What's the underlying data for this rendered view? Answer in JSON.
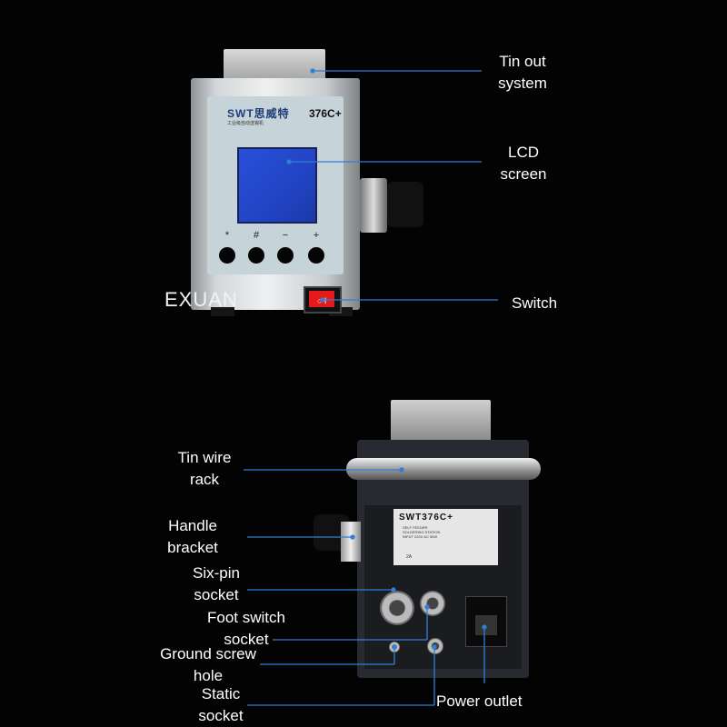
{
  "watermark": "EXUAN",
  "front_device": {
    "brand": "SWT思威特",
    "brand_sub": "工业级自动送锡机",
    "model": "376C+",
    "keys": [
      "*",
      "#",
      "−",
      "+"
    ]
  },
  "back_device": {
    "plate_title": "SWT376C+",
    "plate_lines": [
      "SELF FEEDER",
      "SOLDERING STATION",
      "INPUT 220V AC   50W"
    ],
    "plate_fuse": "2A"
  },
  "labels": {
    "tin_out": [
      "Tin out",
      "system"
    ],
    "lcd": [
      "LCD",
      "screen"
    ],
    "switch": [
      "Switch"
    ],
    "tin_wire_rack": [
      "Tin wire",
      "rack"
    ],
    "handle_bracket": [
      "Handle",
      "bracket"
    ],
    "six_pin": [
      "Six-pin",
      "socket"
    ],
    "foot_switch": [
      "Foot switch",
      "socket"
    ],
    "ground_screw": [
      "Ground screw",
      "hole"
    ],
    "static_socket": [
      "Static",
      "socket"
    ],
    "power_outlet": [
      "Power outlet"
    ]
  },
  "colors": {
    "background": "#030303",
    "leader_line": "#2f7fd6",
    "lcd_blue": "#2144c4",
    "switch_red": "#e51b1b",
    "label_text": "#ffffff"
  }
}
